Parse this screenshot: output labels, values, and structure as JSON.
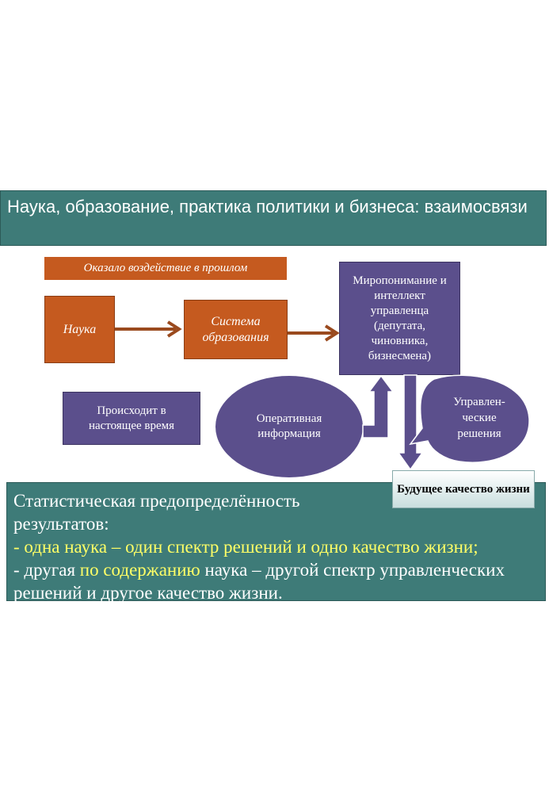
{
  "title": "Наука, образование, практика политики и бизнеса: взаимосвязи",
  "past_label": "Оказало воздействие в прошлом",
  "nauka": "Наука",
  "sistema": "Система образования",
  "miroponimanie": "Миропонимание и интеллект управленца (депутата, чиновника, бизнесмена)",
  "proiskhodit": "Происходит в настоящее время",
  "operativnaya": "Оперативная информация",
  "upravlen": "Управлен-ческие решения",
  "future": "Будущее качество жизни",
  "bottom": {
    "line1": "Статистическая предопределённость результатов:",
    "line2": "- одна наука – один спектр решений и одно качество жизни;",
    "line3a": "- другая ",
    "line3b": "по содержанию",
    "line3c": " наука – другой спектр управленческих  решений и другое  качество  жизни."
  },
  "colors": {
    "teal": "#3e7b78",
    "orange": "#c55a1f",
    "purple": "#5b4f8c",
    "arrow_brown": "#9a4a1e",
    "highlight": "#ffff66"
  }
}
